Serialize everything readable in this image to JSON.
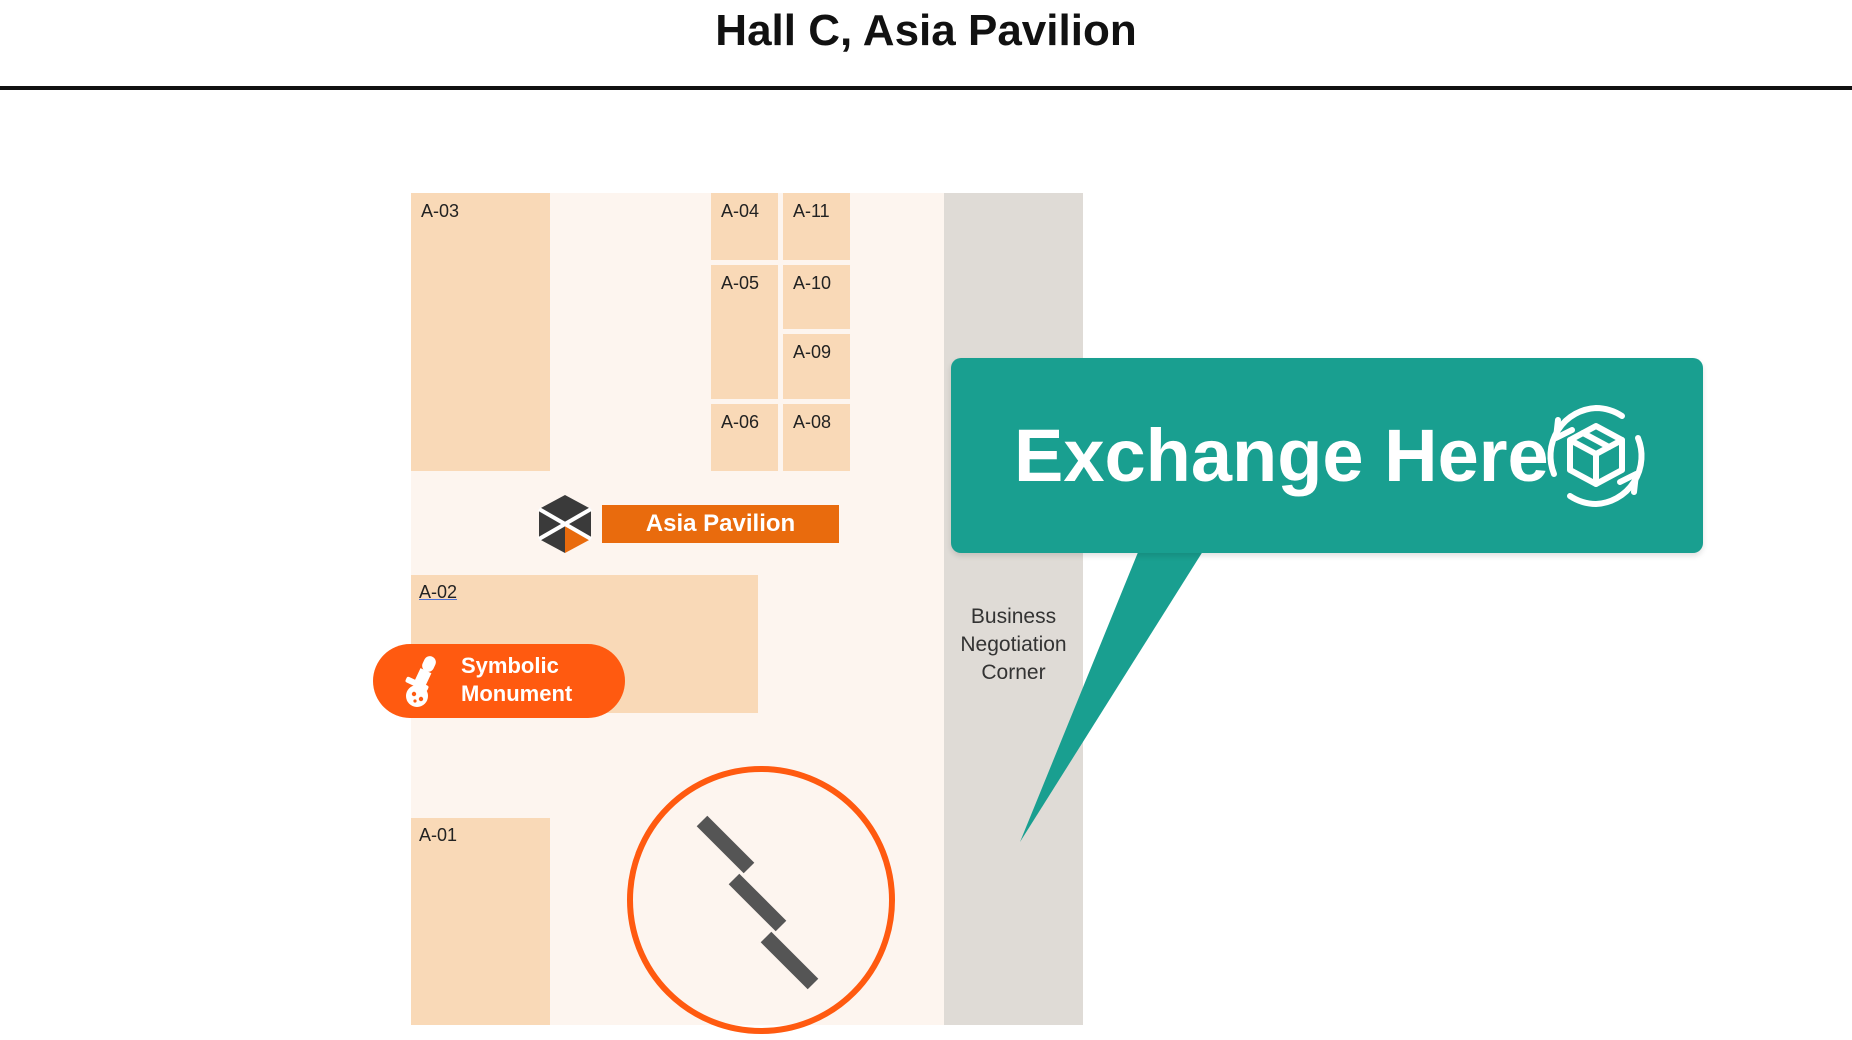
{
  "header": {
    "title": "Hall C, Asia Pavilion"
  },
  "map": {
    "booths": [
      "A-03",
      "A-04",
      "A-11",
      "A-05",
      "A-10",
      "A-09",
      "A-06",
      "A-08",
      "A-02",
      "A-01"
    ],
    "pavilion_label": "Asia Pavilion",
    "corner_label_lines": [
      "Business",
      "Negotiation",
      "Corner"
    ],
    "monument_label_lines": [
      "Symbolic",
      "Monument"
    ]
  },
  "callout": {
    "text": "Exchange Here",
    "icon": "package-exchange-icon"
  },
  "colors": {
    "booth": "#f9d9b7",
    "floor": "#fdf5ef",
    "corner": "#dfdbd6",
    "pavilion_accent": "#e96b0d",
    "monument_accent": "#ff5a10",
    "callout": "#199f90"
  }
}
